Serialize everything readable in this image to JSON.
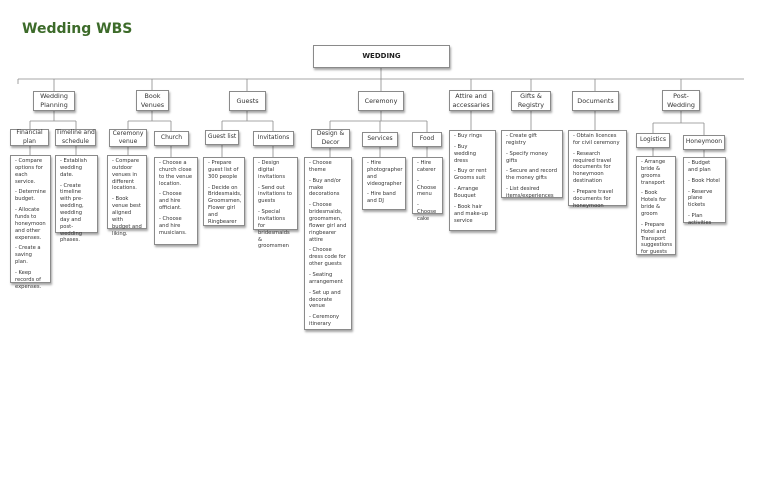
{
  "title": "Wedding WBS",
  "colors": {
    "title": "#3d6b2a",
    "line": "#8a8a8a"
  },
  "root": "WEDDING",
  "categories": {
    "planning": "Wedding Planning",
    "venues": "Book Venues",
    "guests": "Guests",
    "ceremony": "Ceremony",
    "attire": "Attire and accessaries",
    "gifts": "Gifts & Registry",
    "documents": "Documents",
    "post": "Post-Wedding"
  },
  "subs": {
    "financial": "Financial plan",
    "timeline": "Timeline and schedule",
    "ceremony_venue": "Ceremony venue",
    "church": "Church",
    "guest_list": "Guest list",
    "invitations": "Invitations",
    "design": "Design & Decor",
    "services": "Services",
    "food": "Food",
    "logistics": "Logistics",
    "honeymoon": "Honeymoon"
  },
  "leaves": {
    "financial": [
      "- Compare options for each service.",
      "- Determine budget.",
      "- Allocate funds to honeymoon and other expenses.",
      "- Create a saving plan.",
      "- Keep records of expenses."
    ],
    "timeline": [
      "- Establish wedding date.",
      "- Create timeline with pre-wedding, wedding day and post-wedding phases."
    ],
    "ceremony_venue": [
      "- Compare outdoor venues in different locations.",
      "- Book venue best aligned with budget and liking."
    ],
    "church": [
      "- Choose a church close to the venue location.",
      "- Choose and hire officiant.",
      "- Choose and hire musicians."
    ],
    "guest_list": [
      "- Prepare guest list of 300 people",
      "- Decide on Bridesmaids, Groomsmen, Flower girl and Ringbearer"
    ],
    "invitations": [
      "- Design digital invitations",
      "- Send out invitations to guests",
      "- Special invitations for bridesmaids & groomsmen"
    ],
    "design": [
      "- Choose theme",
      "- Buy and/or make decorations",
      "- Choose bridesmaids, groomsmen, flower girl and ringbearer attire",
      "- Choose dress code for other guests",
      "- Seating arrangement",
      "- Set up and decorate venue",
      "- Ceremony itinerary"
    ],
    "services": [
      "- Hire photographer and videographer",
      "- Hire band and DJ"
    ],
    "food": [
      "- Hire caterer",
      "- Choose menu",
      "- Choose cake"
    ],
    "attire": [
      "- Buy rings",
      "- Buy wedding dress",
      "- Buy or rent Grooms suit",
      "- Arrange Bouquet",
      "- Book hair and make-up service"
    ],
    "gifts": [
      "- Create gift registry",
      "- Specify money gifts",
      "- Secure and record the money gifts",
      "- List desired items/experiences"
    ],
    "documents": [
      "- Obtain licences for civil ceremony",
      "- Research required travel documents for honeymoon destination",
      "- Prepare travel documents for honeymoon"
    ],
    "logistics": [
      "- Arrange bride & grooms transport",
      "- Book Hotels for bride & groom",
      "- Prepare Hotel and Transport suggestions for guests"
    ],
    "honeymoon": [
      "- Budget and plan",
      "- Book Hotel",
      "- Reserve plane tickets",
      "- Plan activities"
    ]
  }
}
